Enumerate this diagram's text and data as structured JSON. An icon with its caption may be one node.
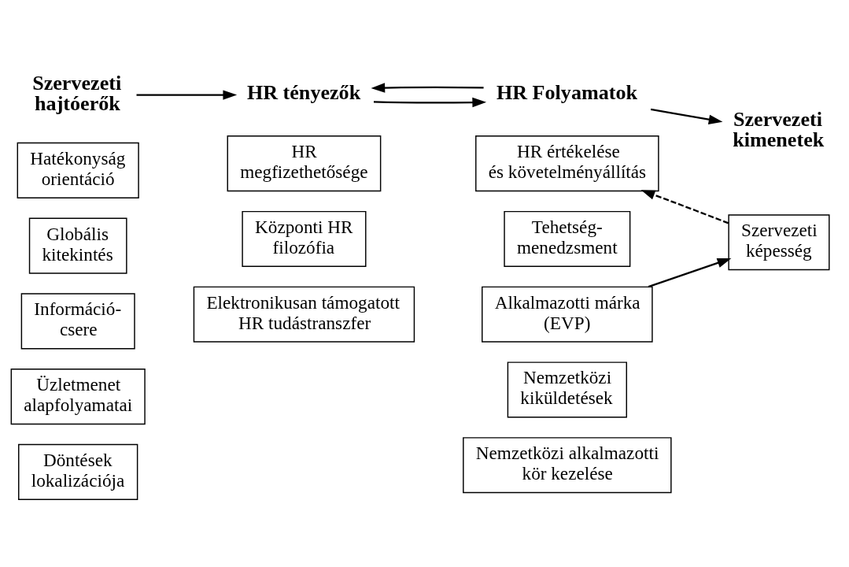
{
  "diagram": {
    "nodes": [
      {
        "text": [
          "Szervezeti hajtóerők"
        ]
      },
      {
        "text": [
          "HR tényezők"
        ]
      },
      {
        "text": [
          "HR Folyamatok"
        ]
      },
      {
        "text": [
          "Szervezeti kimenetek"
        ]
      },
      {
        "text": [
          "Hatékonyság orientáció"
        ]
      },
      {
        "text": [
          "Globális kitekintés"
        ]
      },
      {
        "text": [
          "Információ- csere"
        ]
      },
      {
        "text": [
          "Üzletmenet alapfolyamatai"
        ]
      },
      {
        "text": [
          "Döntések lokalizációja"
        ]
      },
      {
        "text": [
          "HR megfizethetősége"
        ]
      },
      {
        "text": [
          "Központi HR filozófia"
        ]
      },
      {
        "text": [
          "Elektronikusan támogatott HR tudástranszfer"
        ]
      },
      {
        "text": [
          "HR értékelése és követelményállítás"
        ]
      },
      {
        "text": [
          "Tehetség- menedzsment"
        ]
      },
      {
        "text": [
          "Alkalmazotti márka (EVP)"
        ]
      },
      {
        "text": [
          "Nemzetközi kiküldetések"
        ]
      },
      {
        "text": [
          "Nemzetközi alkalmazotti kör kezelése"
        ]
      },
      {
        "text": [
          "Szervezeti képesség"
        ]
      }
    ],
    "edges": [
      {
        "from": 0,
        "to": 1,
        "arrow": "to"
      },
      {
        "from": 1,
        "to": 2,
        "arrow": "to"
      },
      {
        "from": 2,
        "to": 1,
        "arrow": "to"
      },
      {
        "from": 2,
        "to": 3,
        "arrow": "to"
      },
      {
        "from": 14,
        "to": 17,
        "arrow": "to"
      },
      {
        "from": 17,
        "to": 12,
        "arrow": "to",
        "style": "dashed"
      }
    ]
  }
}
